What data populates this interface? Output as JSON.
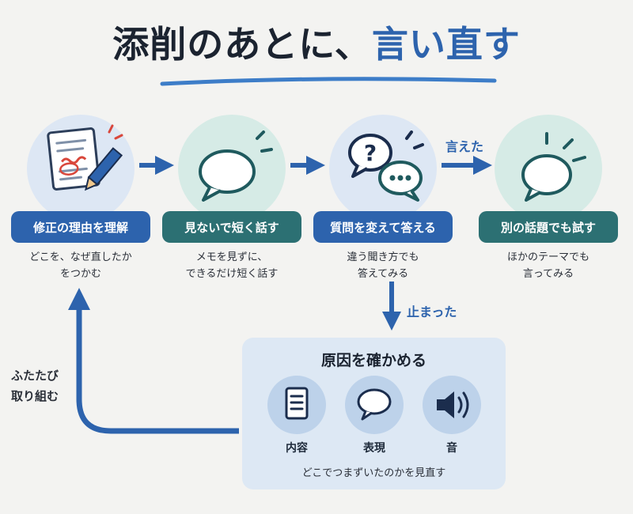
{
  "title": {
    "main": "添削のあとに、",
    "accent": "言い直す"
  },
  "steps": [
    {
      "label": "修正の理由を理解",
      "desc": "どこを、なぜ直したか\nをつかむ",
      "icon": "edited-document-pencil-icon",
      "circle_color": "#dde7f4",
      "pill_color": "#2d63ad"
    },
    {
      "label": "見ないで短く話す",
      "desc": "メモを見ずに、\nできるだけ短く話す",
      "icon": "speech-bubble-icon",
      "circle_color": "#d6ebe6",
      "pill_color": "#2c7073"
    },
    {
      "label": "質問を変えて答える",
      "desc": "違う聞き方でも\n答えてみる",
      "icon": "question-chat-bubbles-icon",
      "circle_color": "#dde7f4",
      "pill_color": "#2d63ad"
    },
    {
      "label": "別の話題でも試す",
      "desc": "ほかのテーマでも\n言ってみる",
      "icon": "speech-bubble-icon",
      "circle_color": "#d6ebe6",
      "pill_color": "#2c7073"
    }
  ],
  "arrows": {
    "said": "言えた",
    "stuck": "止まった"
  },
  "cause": {
    "title": "原因を確かめる",
    "items": [
      {
        "label": "内容",
        "icon": "document-icon"
      },
      {
        "label": "表現",
        "icon": "speech-bubble-icon"
      },
      {
        "label": "音",
        "icon": "speaker-icon"
      }
    ],
    "footer": "どこでつまずいたのかを見直す"
  },
  "loop_label": "ふたたび\n取り組む",
  "colors": {
    "blue": "#2d63ad",
    "teal": "#2c7073",
    "dark": "#1b2330",
    "icon_blue": "#2d63ad"
  }
}
